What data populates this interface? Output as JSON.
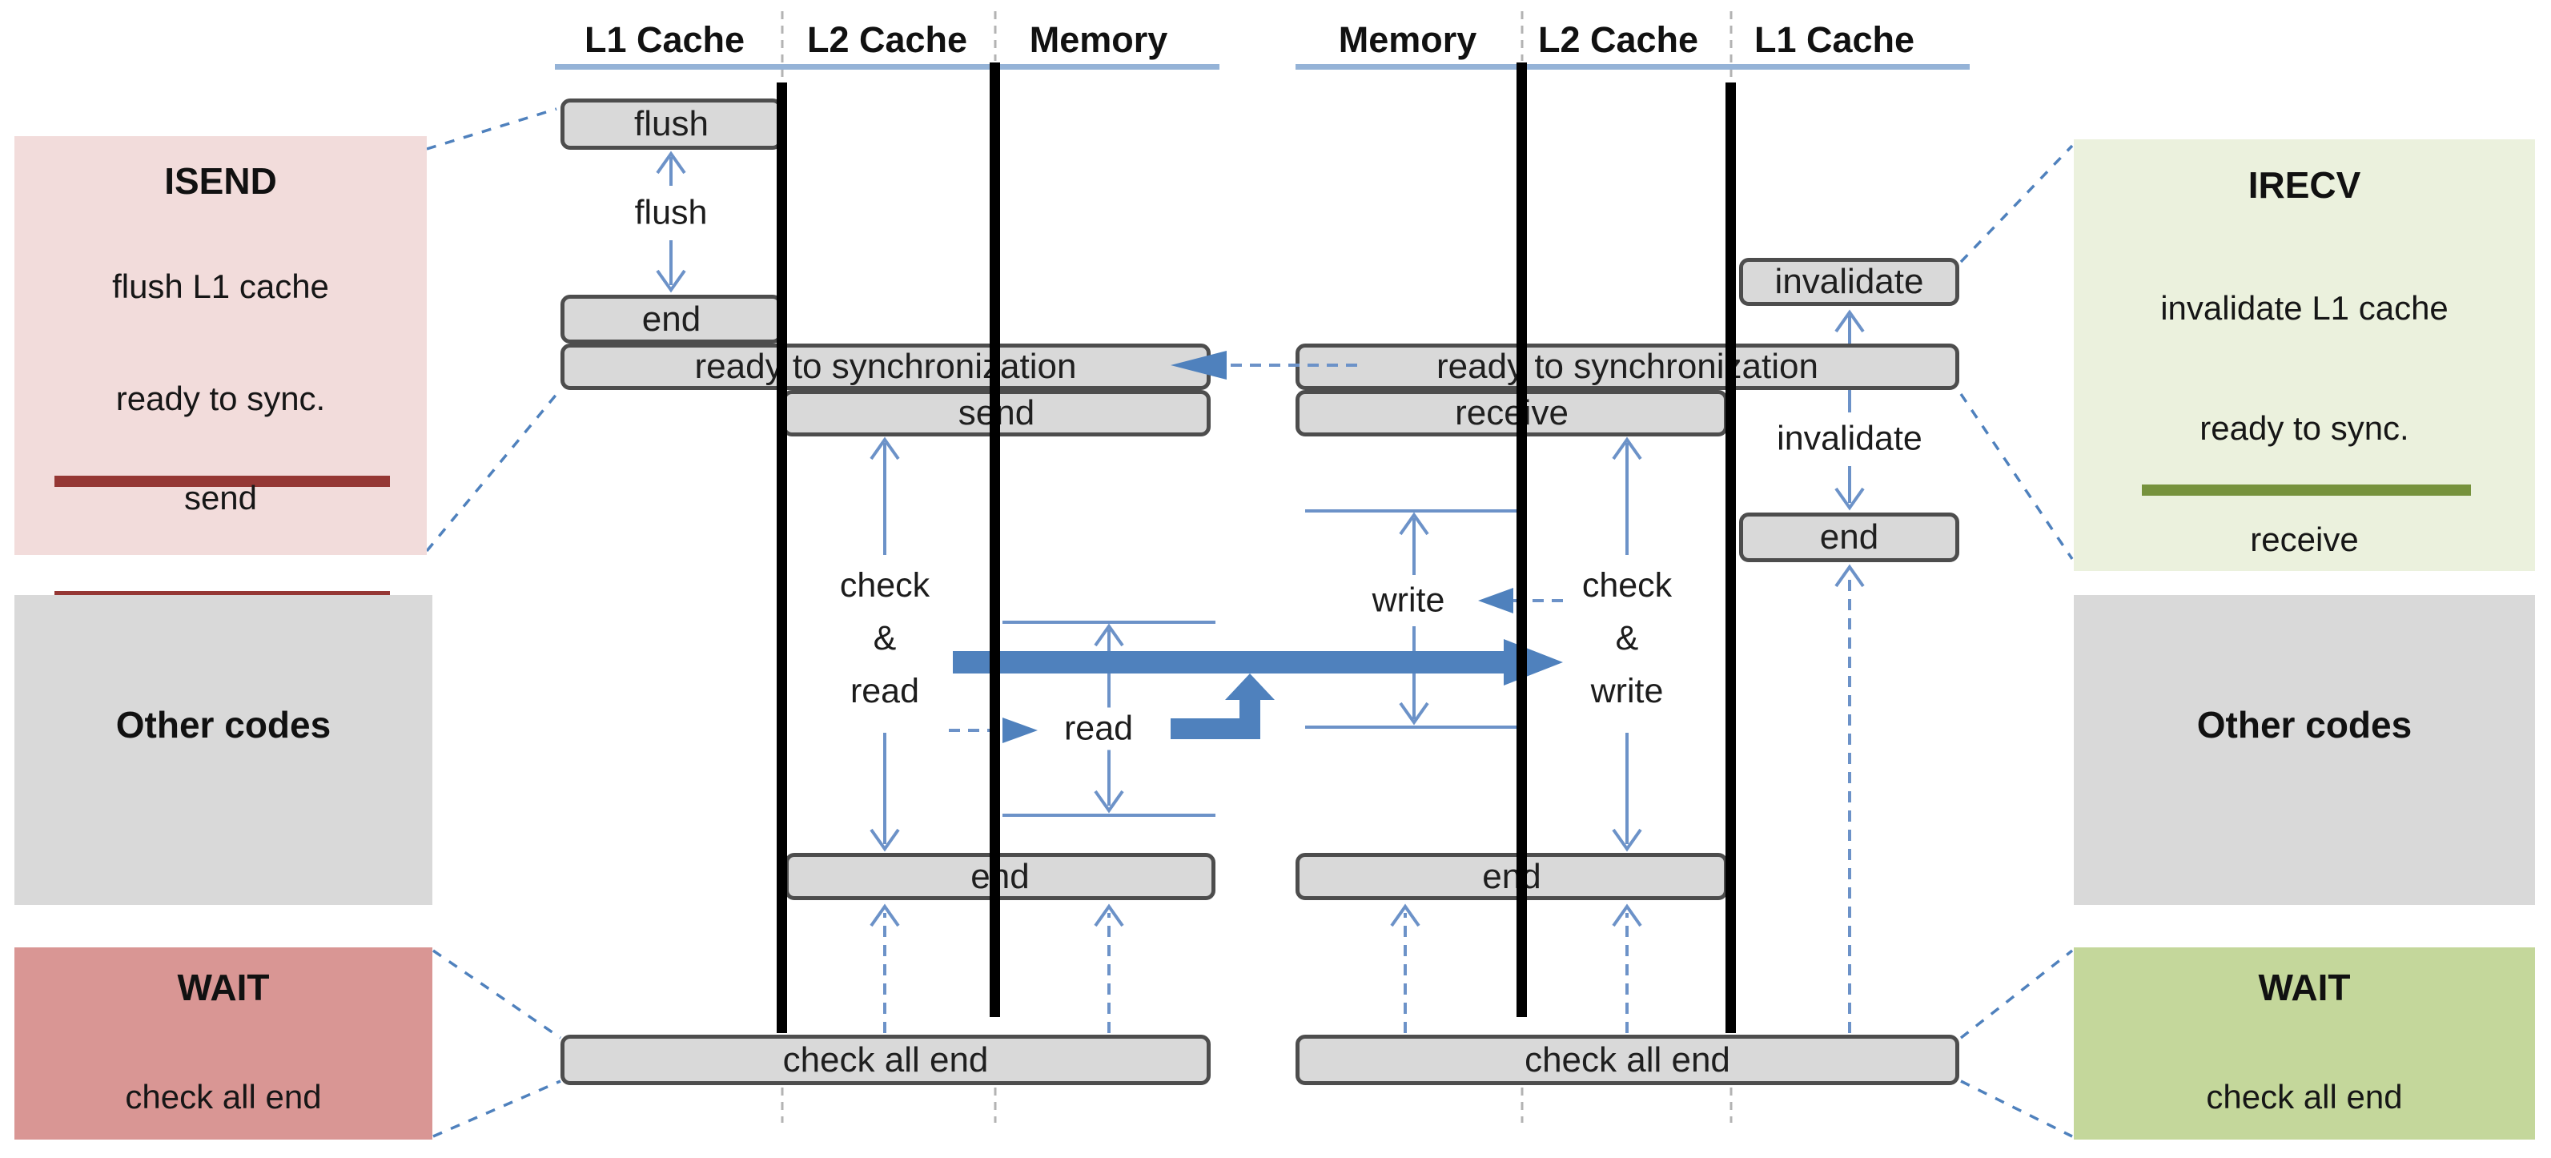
{
  "headers": {
    "left": [
      "L1 Cache",
      "L2 Cache",
      "Memory"
    ],
    "right": [
      "Memory",
      "L2 Cache",
      "L1 Cache"
    ]
  },
  "panels": {
    "isend": {
      "title": "ISEND",
      "line1": "flush L1 cache",
      "line2": "ready to sync.",
      "line3": "send"
    },
    "irecv": {
      "title": "IRECV",
      "line1": "invalidate L1 cache",
      "line2": "ready to sync.",
      "line3": "receive"
    },
    "other_left": {
      "title": "Other codes"
    },
    "other_right": {
      "title": "Other codes"
    },
    "wait_left": {
      "title": "WAIT",
      "subtitle": "check all end"
    },
    "wait_right": {
      "title": "WAIT",
      "subtitle": "check all end"
    }
  },
  "boxes": {
    "flush": "flush",
    "end_left": "end",
    "ready_left": "ready to synchronization",
    "send": "send",
    "ready_right": "ready to synchronization",
    "receive": "receive",
    "invalidate": "invalidate",
    "end_right": "end",
    "end_mid_left": "end",
    "end_mid_right": "end",
    "check_all_left": "check all end",
    "check_all_right": "check all end"
  },
  "labels": {
    "flush": "flush",
    "invalidate": "invalidate",
    "read": "read",
    "write": "write",
    "check_read": {
      "l1": "check",
      "l2": "&",
      "l3": "read"
    },
    "check_write": {
      "l1": "check",
      "l2": "&",
      "l3": "write"
    }
  },
  "colors": {
    "accent_blue": "#4f81bd",
    "thin_blue_line": "#6c92c8",
    "header_underline": "#95b3d7",
    "lifeline_black": "#000000",
    "process_box_fill": "#d9d9d9",
    "process_box_border": "#4d4d4d",
    "isend_fill": "#f2dcdb",
    "irecv_fill": "#ebf1dd",
    "wait_left_fill": "#d99694",
    "wait_right_fill": "#c4d79b",
    "other_codes_fill": "#d9d9d9",
    "isend_divider": "#953734",
    "irecv_divider": "#76923c"
  }
}
